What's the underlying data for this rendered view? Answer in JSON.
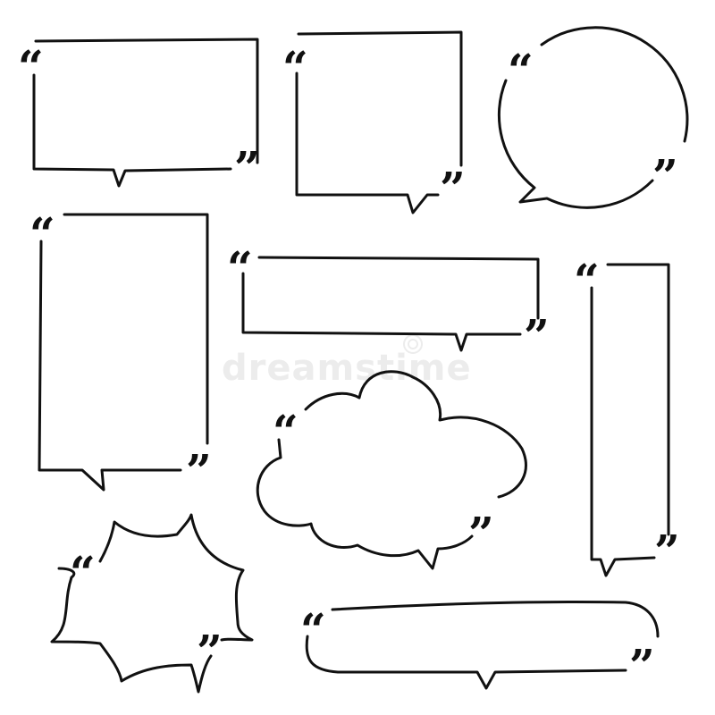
{
  "quote_marks": {
    "open": "“",
    "close": "”"
  },
  "watermark": {
    "text": "dreamstime"
  },
  "colors": {
    "stroke": "#111111",
    "background": "#ffffff",
    "watermark": "#ececec"
  },
  "bubbles": [
    {
      "name": "wide-rectangle-bubble",
      "shape": "rectangle",
      "tail": "bottom"
    },
    {
      "name": "square-bubble",
      "shape": "rectangle",
      "tail": "bottom"
    },
    {
      "name": "circle-bubble",
      "shape": "circle",
      "tail": "bottom-left"
    },
    {
      "name": "tall-rectangle-bubble",
      "shape": "rectangle",
      "tail": "bottom-left"
    },
    {
      "name": "long-rectangle-bubble",
      "shape": "rectangle",
      "tail": "bottom"
    },
    {
      "name": "narrow-tall-bubble",
      "shape": "rectangle",
      "tail": "bottom-left"
    },
    {
      "name": "cloud-bubble",
      "shape": "cloud",
      "tail": "bottom-right"
    },
    {
      "name": "burst-bubble",
      "shape": "burst",
      "tail": "none"
    },
    {
      "name": "rounded-pill-bubble",
      "shape": "pill",
      "tail": "bottom"
    }
  ]
}
